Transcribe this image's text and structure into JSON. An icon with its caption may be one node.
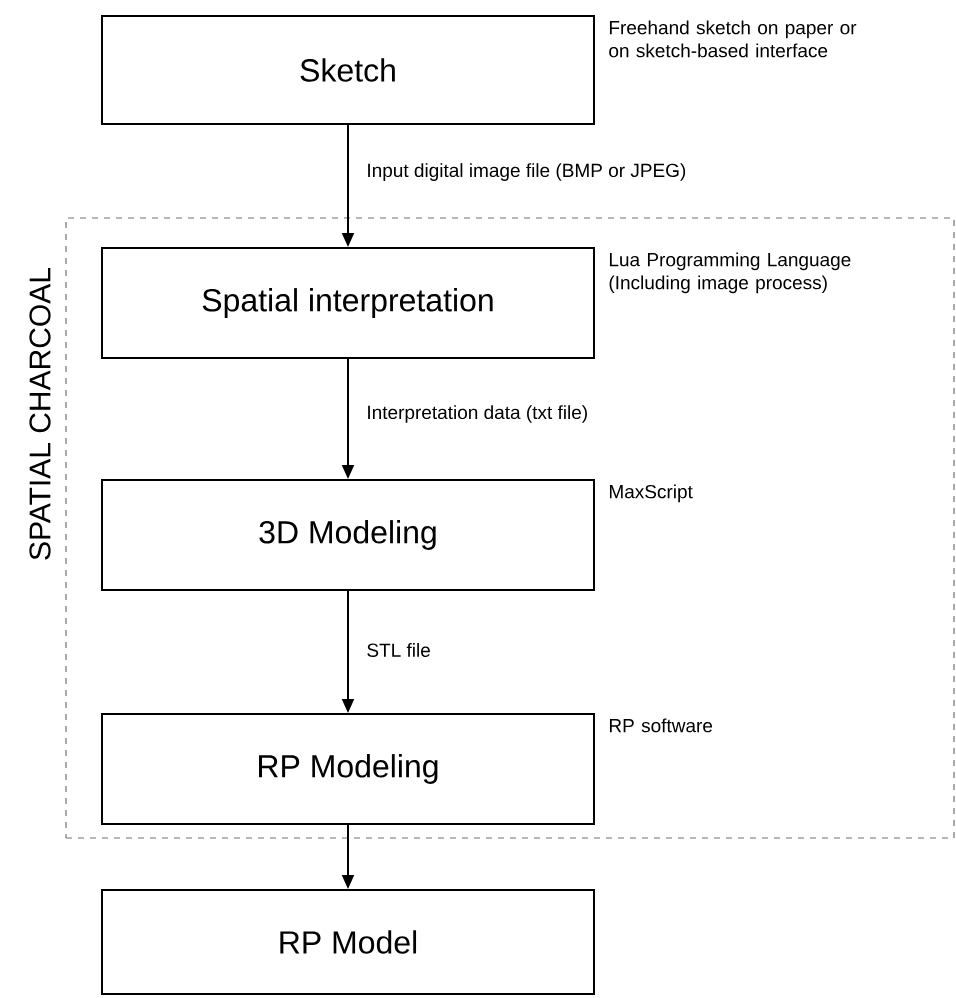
{
  "diagram": {
    "nodes": [
      {
        "text": [
          "Sketch"
        ],
        "beside": [
          "Freehand sketch on paper or on sketch-based interface"
        ]
      },
      {
        "text": [
          "SPATIAL CHARCOAL"
        ]
      },
      {
        "text": [
          "Spatial interpretation"
        ],
        "in": 1,
        "beside": [
          "Lua Programming Language (Including image process)"
        ]
      },
      {
        "text": [
          "3D Modeling"
        ],
        "in": 1,
        "beside": [
          "MaxScript"
        ]
      },
      {
        "text": [
          "RP Modeling"
        ],
        "in": 1,
        "beside": [
          "RP software"
        ]
      },
      {
        "text": [
          "RP Model"
        ]
      }
    ],
    "edges": [
      {
        "from": 0,
        "to": 2,
        "arrow": "to",
        "label": "Input digital image file (BMP or JPEG)"
      },
      {
        "from": 2,
        "to": 3,
        "arrow": "to",
        "label": "Interpretation data (txt file)"
      },
      {
        "from": 3,
        "to": 4,
        "arrow": "to",
        "label": "STL file"
      },
      {
        "from": 4,
        "to": 5,
        "arrow": "to"
      }
    ]
  }
}
